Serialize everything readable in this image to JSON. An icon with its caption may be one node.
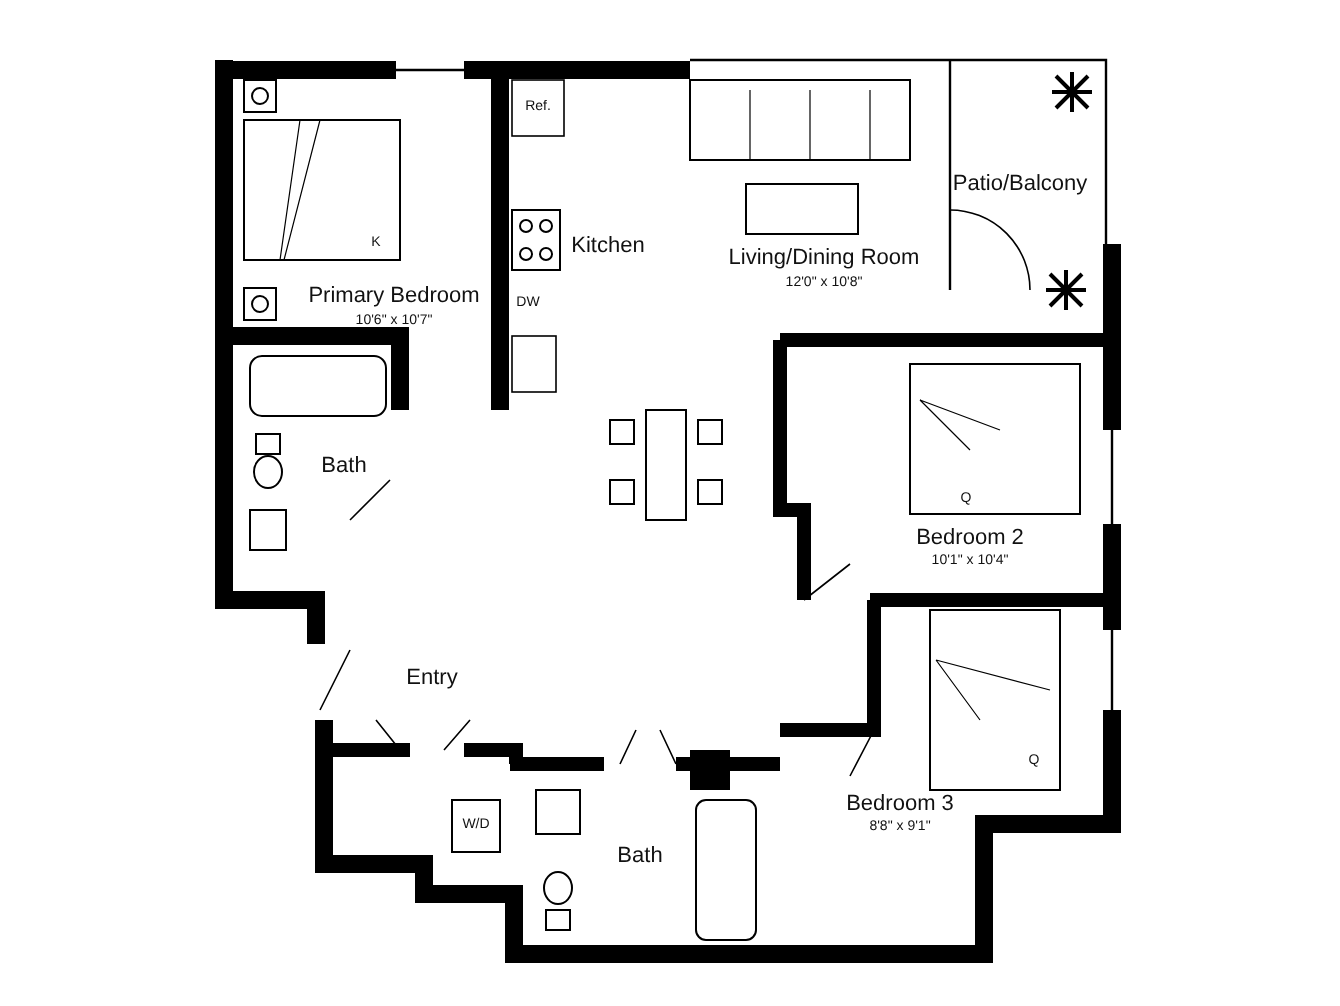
{
  "diagram": {
    "labels": [
      "Ref.",
      "Patio/Balcony",
      "Kitchen",
      "Living/Dining Room",
      "12'0\" x 10'8\"",
      "K",
      "Primary Bedroom",
      "10'6\" x 10'7\"",
      "DW",
      "Bath",
      "Q",
      "Bedroom 2",
      "10'1\" x 10'4\"",
      "Entry",
      "Q",
      "Bedroom 3",
      "8'8\" x 9'1\"",
      "W/D",
      "Bath"
    ]
  }
}
